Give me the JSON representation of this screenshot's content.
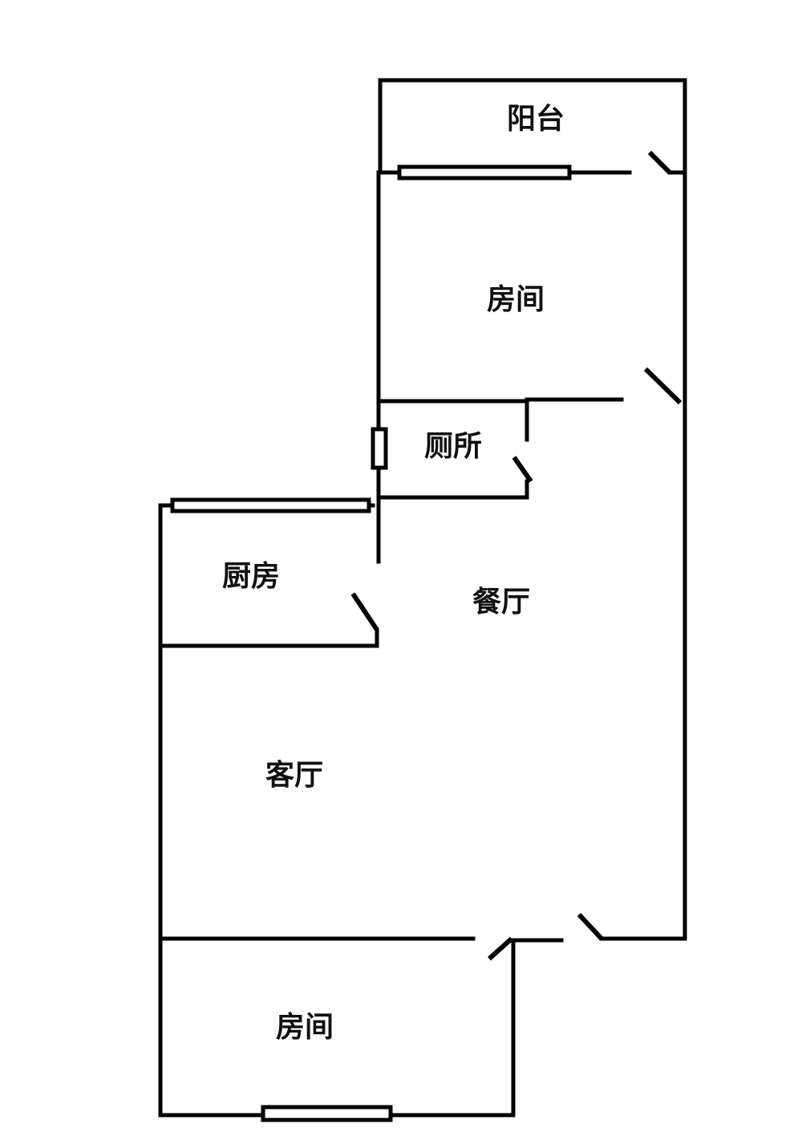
{
  "rooms": {
    "balcony": "阳台",
    "bedroom_top": "房间",
    "toilet": "厕所",
    "kitchen": "厨房",
    "dining": "餐厅",
    "living": "客厅",
    "bedroom_bottom": "房间"
  },
  "colors": {
    "wall": "#000000",
    "background": "#ffffff"
  }
}
